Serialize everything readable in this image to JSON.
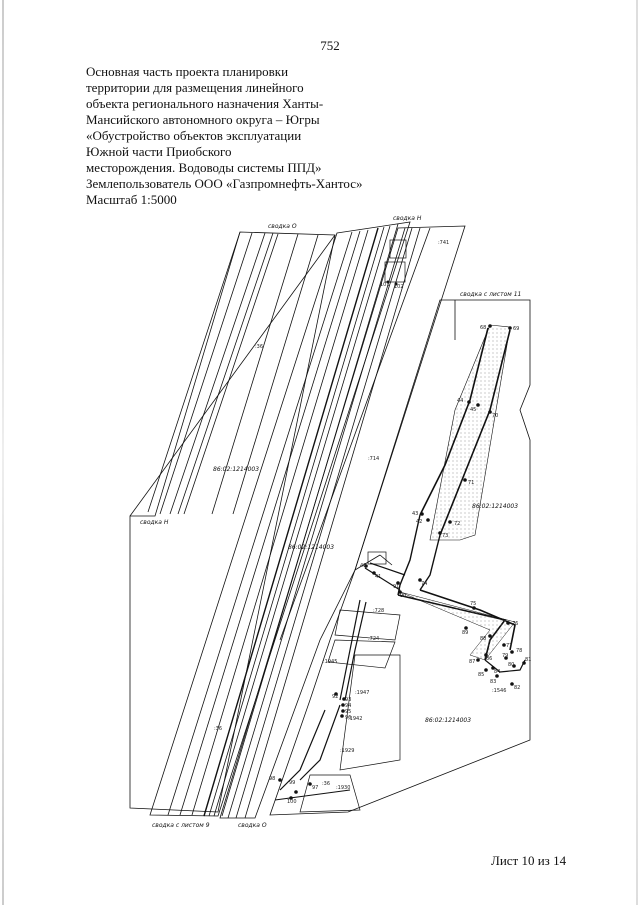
{
  "page_number": "752",
  "title_lines": [
    "Основная часть проекта планировки",
    "территории для размещения линейного",
    "объекта регионального назначения Ханты-",
    "Мансийского автономного округа – Югры",
    "«Обустройство объектов эксплуатации",
    " Южной части Приобского",
    "месторождения. Водоводы системы ППД»",
    "Землепользователь ООО «Газпромнефть-Хантос»",
    "Масштаб 1:5000"
  ],
  "sheet_label": "Лист 10 из 14",
  "map": {
    "match_labels": {
      "svodka_o_top": "сводка О",
      "svodka_n_top": "сводка Н",
      "svodka_n_left": "сводка Н",
      "svodka_list11": "сводка с листом 11",
      "svodka_list9": "сводка с листом 9",
      "svodka_o_bottom": "сводка О"
    },
    "cadastral": {
      "c1": "86:02:1214003",
      "c2": "86:02:1214003",
      "c3": "86:02:1214003",
      "c4": "86:02:1214003"
    },
    "parcels": {
      "p741": ":741",
      "p36a": ":36",
      "p714": ":714",
      "p36b": ":36",
      "p1947": ":1947",
      "p1942": ":1942",
      "p1929": ":1929",
      "p1930": ":1930",
      "p1546": ":1546",
      "p1945": ":1945",
      "p724": ":724",
      "p728": ":728",
      "p36c": ":36"
    },
    "points": {
      "n69": "69",
      "n68": "68",
      "n44": "44",
      "n45": "45",
      "n70": "70",
      "n71": "71",
      "n43": "43",
      "n42": "42",
      "n72": "72",
      "n73": "73",
      "n74": "74",
      "n75": "75",
      "n76": "76",
      "n77": "77",
      "n78": "78",
      "n79": "79",
      "n80": "80",
      "n81": "81",
      "n82": "82",
      "n83": "83",
      "n84": "84",
      "n85": "85",
      "n86": "86",
      "n87": "87",
      "n88": "88",
      "n89": "89",
      "n90": "90",
      "n91": "91",
      "n92": "92",
      "n93": "93",
      "n94": "94",
      "n95": "95",
      "n96": "96",
      "n97": "97",
      "n98": "98",
      "n99": "99",
      "n100": "100",
      "n101": "101",
      "n102": "102",
      "n41": "41",
      "n40": "40"
    }
  }
}
